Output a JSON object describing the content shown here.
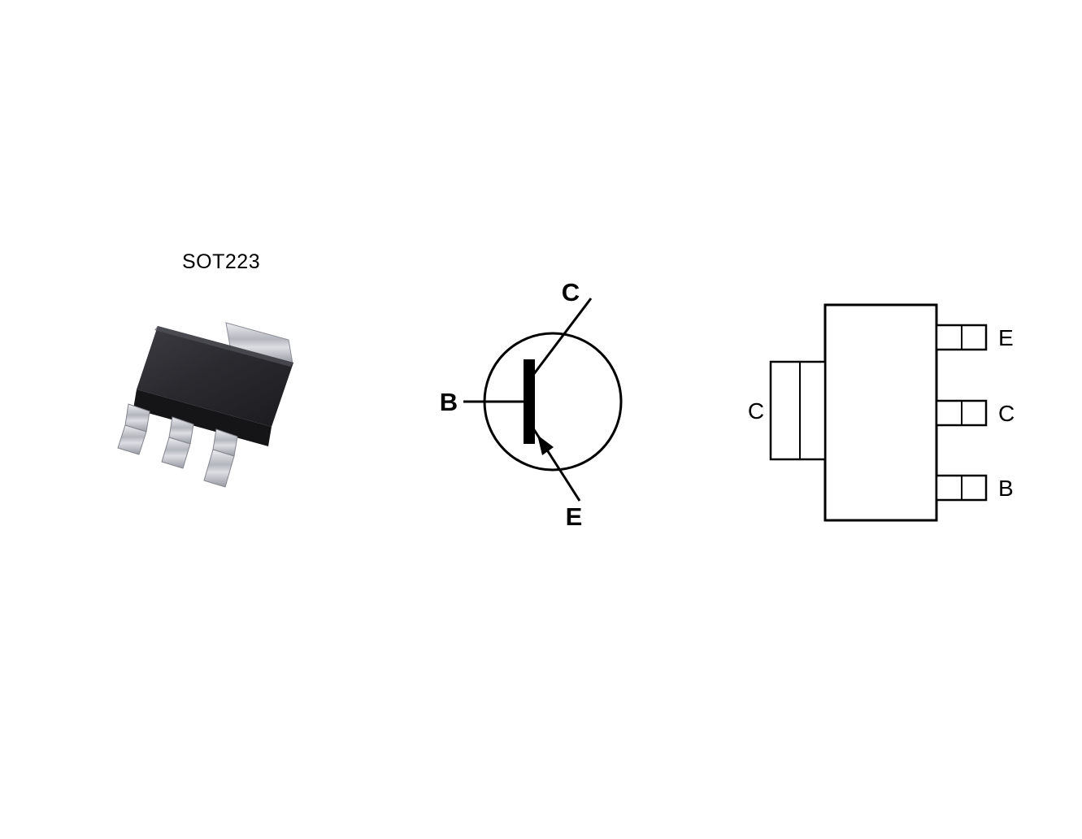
{
  "package": {
    "name": "SOT223"
  },
  "schematic": {
    "type": "PNP transistor symbol",
    "collector_label": "C",
    "base_label": "B",
    "emitter_label": "E"
  },
  "pinout": {
    "tab_label": "C",
    "pins": [
      {
        "position": "top",
        "label": "E"
      },
      {
        "position": "middle",
        "label": "C"
      },
      {
        "position": "bottom",
        "label": "B"
      }
    ]
  },
  "colors": {
    "line": "#000000",
    "body_dark": "#27272b",
    "lead_metal": "#c9c9cf",
    "background": "#ffffff"
  }
}
